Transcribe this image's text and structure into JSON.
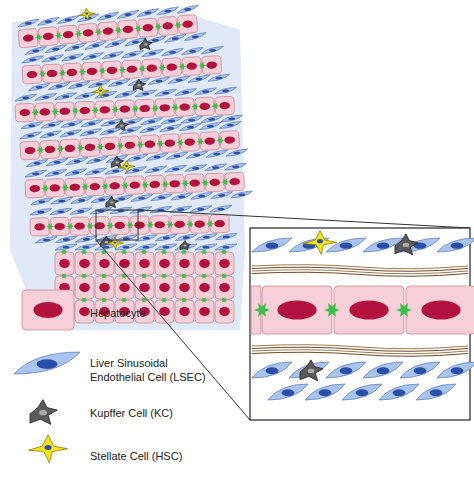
{
  "diagram": {
    "legend": [
      {
        "text": "Hepatocyte"
      },
      {
        "text": "Liver Sinusoidal Endothelial Cell (LSEC)"
      },
      {
        "text": "Kupffer Cell (KC)"
      },
      {
        "text": "Stellate Cell (HSC)"
      }
    ]
  }
}
